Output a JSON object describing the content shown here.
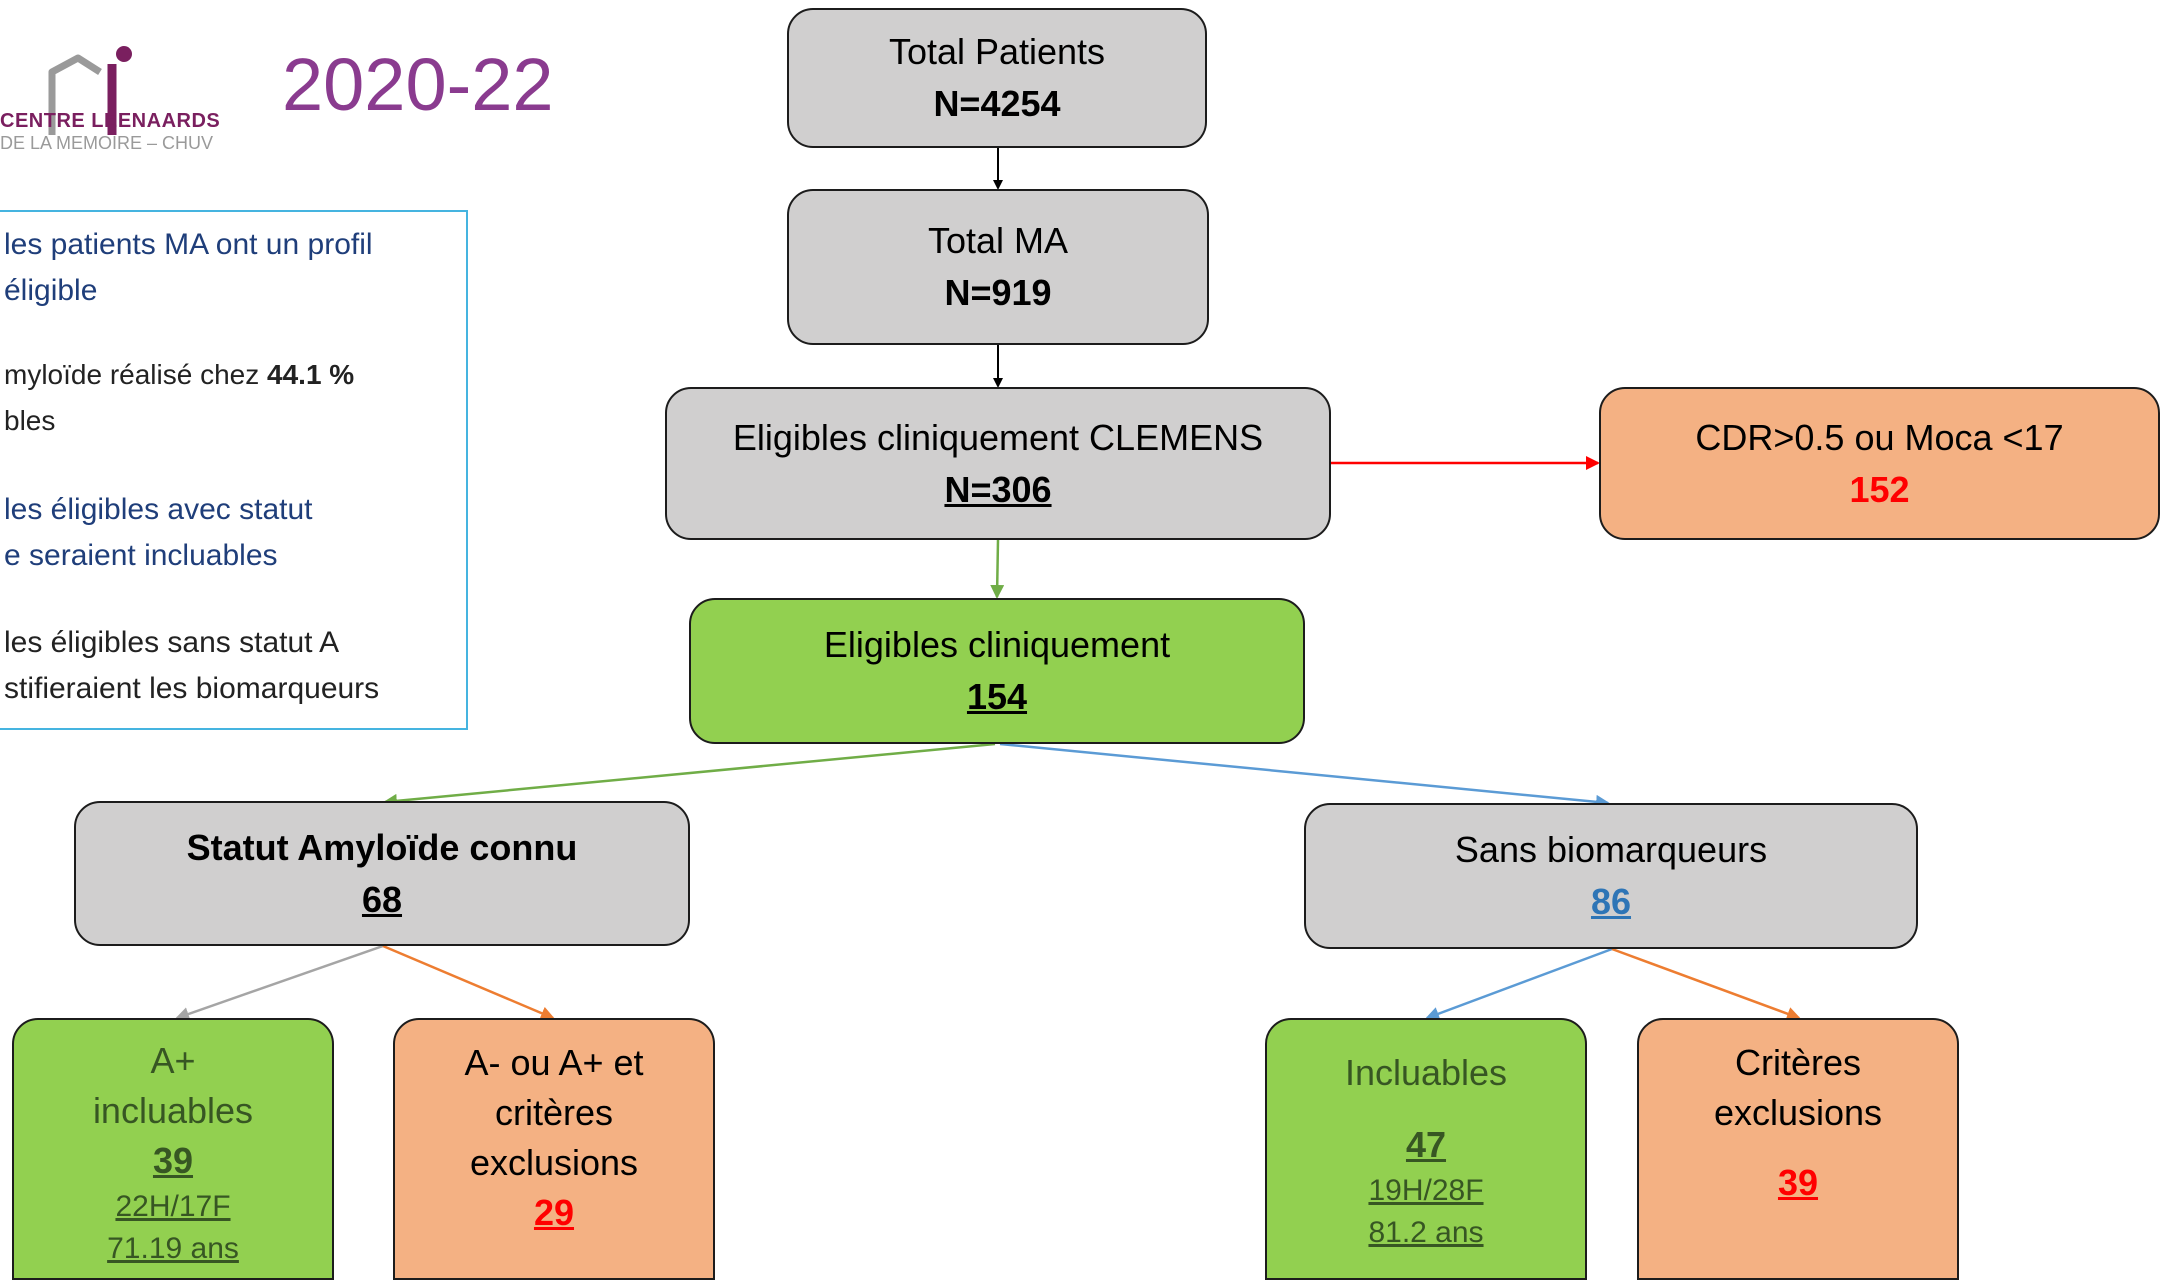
{
  "header": {
    "logo_line1": "CENTRE LEENAARDS",
    "logo_line2": "DE LA MEMOIRE – CHUV",
    "year": "2020-22"
  },
  "panel": {
    "p1": [
      "les patients MA ont un profil",
      "éligible"
    ],
    "p2_pre": "myloïde réalisé chez ",
    "p2_bold": "44.1 %",
    "p2_line2": "bles",
    "p3": [
      "les éligibles avec statut",
      "e seraient incluables"
    ],
    "p4": [
      "les éligibles sans statut A",
      "stifieraient les biomarqueurs"
    ]
  },
  "nodes": {
    "total": {
      "label": "Total Patients",
      "value": "N=4254"
    },
    "ma": {
      "label": "Total MA",
      "value": "N=919"
    },
    "clemens": {
      "label": "Eligibles cliniquement CLEMENS",
      "value": "N=306"
    },
    "cdr": {
      "label": "CDR>0.5 ou Moca <17",
      "value": "152"
    },
    "eligibles": {
      "label": "Eligibles cliniquement",
      "value": "154"
    },
    "amyloid": {
      "label": "Statut Amyloïde connu",
      "value": "68"
    },
    "sansbio": {
      "label": "Sans biomarqueurs",
      "value": "86"
    },
    "aplus": {
      "line1": "A+",
      "line2": "incluables",
      "value": "39",
      "sex": "22H/17F",
      "age": "71.19 ans"
    },
    "aminus": {
      "line1": "A- ou A+ et",
      "line2": "critères",
      "line3": "exclusions",
      "value": "29"
    },
    "incluables": {
      "label": "Incluables",
      "value": "47",
      "sex": "19H/28F",
      "age": "81.2 ans"
    },
    "criteres": {
      "line1": "Critères",
      "line2": "exclusions",
      "value": "39"
    }
  },
  "colors": {
    "gray_box": "#d0cfcf",
    "green_box": "#92d050",
    "orange_box": "#f4b183",
    "red": "#ff0000",
    "blue": "#2e75b6",
    "green_arrow": "#70ad47",
    "orange_arrow": "#ed7d31",
    "blue_arrow": "#5b9bd5",
    "gray_arrow": "#a5a5a5"
  }
}
